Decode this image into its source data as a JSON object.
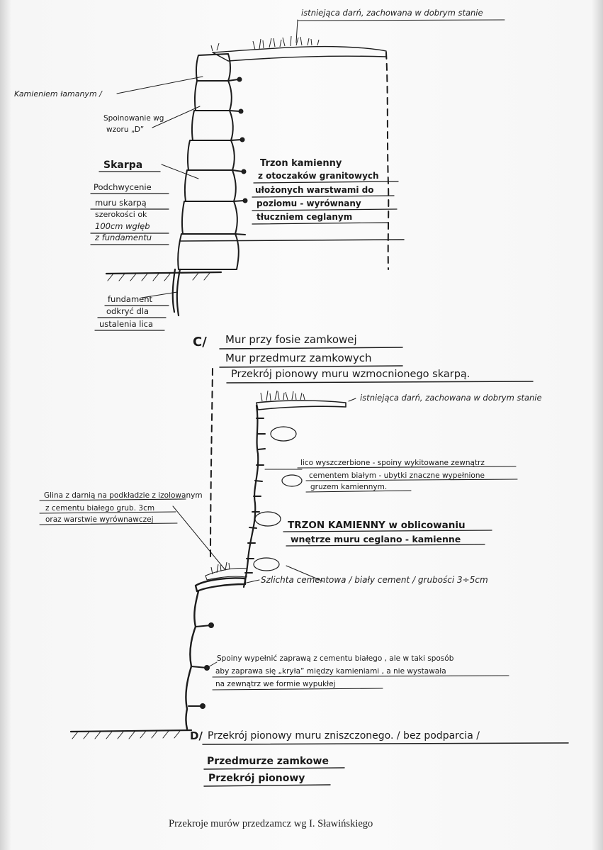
{
  "top_section": {
    "turf_label": "istniejąca darń, zachowana w dobrym stanie",
    "rubble_label": "Kamieniem łamanym /",
    "pointing_label": [
      "Spoinowanie wg",
      "wzoru „D”"
    ],
    "skarpa_title": "Skarpa",
    "skarpa_text": [
      "Podchwycenie",
      "muru skarpą",
      "szerokości ok",
      "100cm wgłęb",
      "z fundamentu"
    ],
    "core_text": [
      "Trzon kamienny",
      "z otoczaków granitowych",
      "ułożonych warstwami do",
      "poziomu - wyrównany",
      "tłuczniem ceglanym"
    ],
    "foundation_text": [
      "fundament",
      "odkryć dla",
      "ustalenia lica"
    ]
  },
  "section_c": {
    "marker": "C/",
    "titles": [
      "Mur przy fosie zamkowej",
      "Mur przedmurz zamkowych",
      "Przekrój pionowy muru wzmocnionego skarpą."
    ],
    "turf_label": "istniejąca darń, zachowana w dobrym stanie",
    "face_text": [
      "lico wyszczerbione - spoiny wykitowane zewnątrz",
      "cementem białym - ubytki znaczne wypełnione",
      "gruzem kamiennym."
    ],
    "clay_text": [
      "Glina z darnią na podkładzie z izolowanym",
      "z cementu białego grub. 3cm",
      "oraz warstwie wyrównawczej"
    ],
    "core_title": "TRZON KAMIENNY w oblicowaniu",
    "core_sub": "wnętrze muru ceglano - kamienne",
    "screed_text": "Szlichta cementowa / biały cement / grubości 3÷5cm",
    "joints_text": [
      "Spoiny wypełnić zaprawą z cementu białego , ale w taki sposób",
      "aby zaprawa się „kryła” między kamieniami , a nie wystawała",
      "na zewnątrz we formie wypukłej"
    ]
  },
  "section_d": {
    "marker": "D/",
    "title": "Przekrój pionowy muru zniszczonego. / bez podparcia /",
    "sub1": "Przedmurze zamkowe",
    "sub2": "Przekrój pionowy"
  },
  "caption": "Przekroje murów przedzamcz wg I. Sławińskiego"
}
